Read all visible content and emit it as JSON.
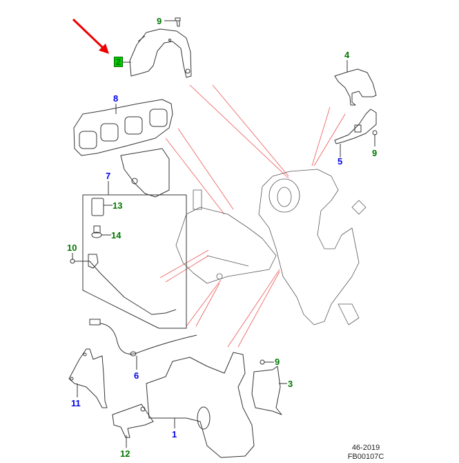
{
  "diagram": {
    "title": "Exhaust manifold heat shields and brackets exploded view",
    "colors": {
      "blue_callout": "#0000ee",
      "green_callout": "#007700",
      "highlight_box": "#00aa00",
      "leader_red": "#ee4444",
      "arrow_red": "#ee0000",
      "line_art": "#333333"
    },
    "callouts": [
      {
        "id": "c1",
        "label": "1",
        "color": "blue"
      },
      {
        "id": "c2",
        "label": "2",
        "color": "green",
        "highlighted": true
      },
      {
        "id": "c3",
        "label": "3",
        "color": "green"
      },
      {
        "id": "c4",
        "label": "4",
        "color": "green"
      },
      {
        "id": "c5",
        "label": "5",
        "color": "blue"
      },
      {
        "id": "c6",
        "label": "6",
        "color": "blue"
      },
      {
        "id": "c7",
        "label": "7",
        "color": "blue"
      },
      {
        "id": "c8",
        "label": "8",
        "color": "blue"
      },
      {
        "id": "c9a",
        "label": "9",
        "color": "green"
      },
      {
        "id": "c9b",
        "label": "9",
        "color": "green"
      },
      {
        "id": "c9c",
        "label": "9",
        "color": "green"
      },
      {
        "id": "c10",
        "label": "10",
        "color": "green"
      },
      {
        "id": "c11",
        "label": "11",
        "color": "blue"
      },
      {
        "id": "c12",
        "label": "12",
        "color": "green"
      },
      {
        "id": "c13",
        "label": "13",
        "color": "green"
      },
      {
        "id": "c14",
        "label": "14",
        "color": "green"
      }
    ],
    "footer": {
      "date_code": "46-2019",
      "figure_id": "FB00107C"
    }
  }
}
